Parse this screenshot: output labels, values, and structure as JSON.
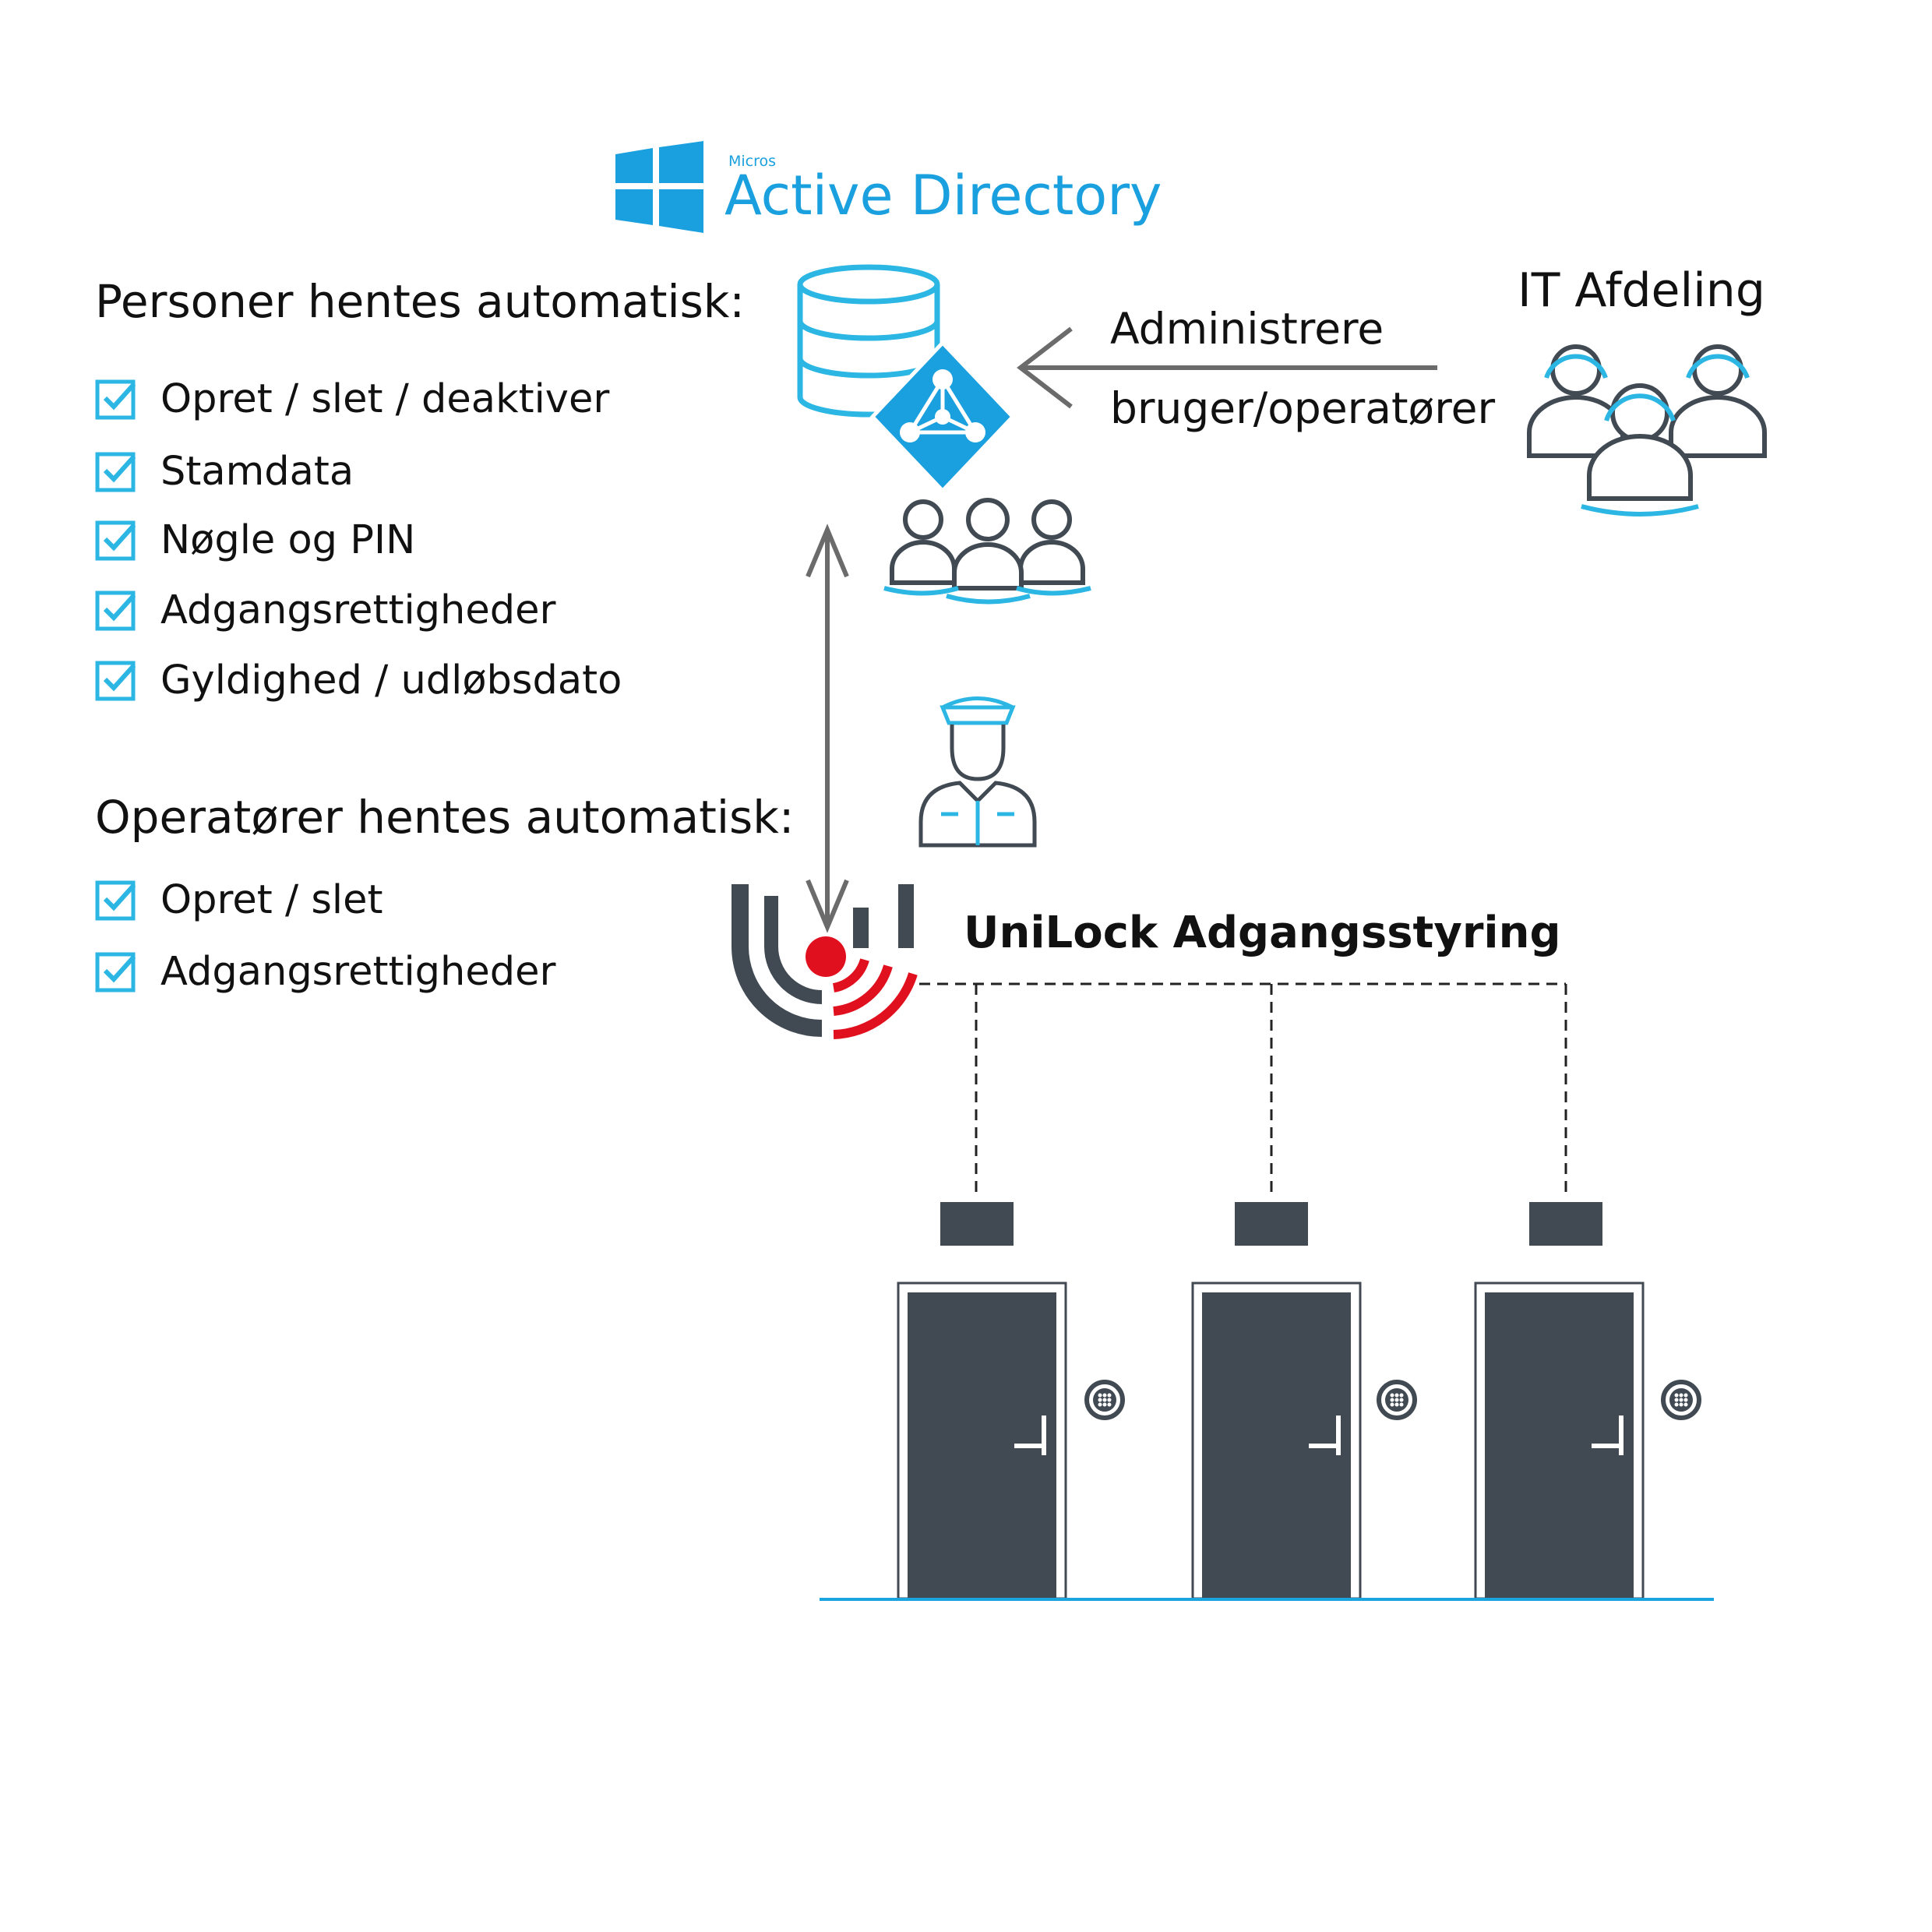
{
  "active_directory": {
    "micro_label": "Micros",
    "title": "Active Directory"
  },
  "persons": {
    "heading": "Personer hentes automatisk:",
    "items": [
      "Opret / slet / deaktiver",
      "Stamdata",
      "Nøgle og PIN",
      "Adgangsrettigheder",
      "Gyldighed / udløbsdato"
    ]
  },
  "operators": {
    "heading": "Operatører hentes automatisk:",
    "items": [
      "Opret / slet",
      "Adgangsrettigheder"
    ]
  },
  "it_department": {
    "title": "IT Afdeling",
    "action_line1": "Administrere",
    "action_line2": "bruger/operatører"
  },
  "unilock": {
    "title": "UniLock Adgangsstyring"
  },
  "colors": {
    "accent_blue": "#1aa0de",
    "check_blue": "#2bb6e3",
    "dark_slate": "#414a53",
    "arrow_gray": "#6b6b6b",
    "unilock_red": "#e0101e",
    "floor_blue": "#1aa5de"
  },
  "icons": [
    "windows-logo-icon",
    "database-icon",
    "azure-ad-icon",
    "users-group-icon",
    "headset-team-icon",
    "security-guard-icon",
    "unilock-logo-icon",
    "keypad-reader-icon",
    "door-icon",
    "checkbox-checked-icon"
  ]
}
